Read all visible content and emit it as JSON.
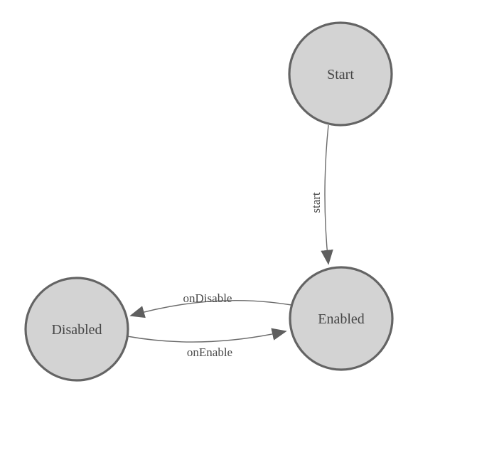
{
  "diagram": {
    "type": "state-machine",
    "background_color": "#ffffff",
    "node_fill_color": "#d3d3d3",
    "node_stroke_color": "#646464",
    "edge_color": "#6b6b6b",
    "arrowhead_color": "#5f5f5f",
    "label_color": "#464646",
    "nodes": [
      {
        "id": "start",
        "label": "Start"
      },
      {
        "id": "enabled",
        "label": "Enabled"
      },
      {
        "id": "disabled",
        "label": "Disabled"
      }
    ],
    "edges": [
      {
        "from": "start",
        "to": "enabled",
        "label": "start"
      },
      {
        "from": "enabled",
        "to": "disabled",
        "label": "onDisable"
      },
      {
        "from": "disabled",
        "to": "enabled",
        "label": "onEnable"
      }
    ]
  }
}
